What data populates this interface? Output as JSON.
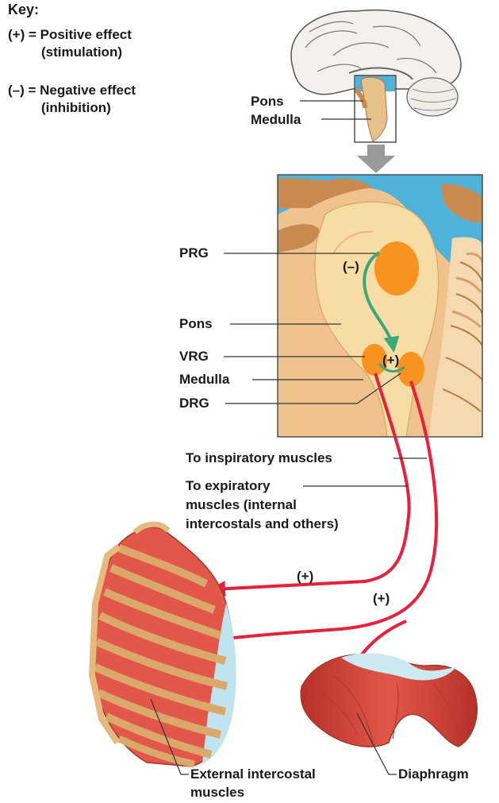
{
  "key": {
    "title": "Key:",
    "positive_line1": "(+) = Positive effect",
    "positive_line2": "(stimulation)",
    "negative_line1": "(–) = Negative effect",
    "negative_line2": "(inhibition)"
  },
  "brain_labels": {
    "pons": "Pons",
    "medulla": "Medulla"
  },
  "detail_labels": {
    "prg": "PRG",
    "pons": "Pons",
    "vrg": "VRG",
    "medulla": "Medulla",
    "drg": "DRG",
    "inhibition_sign": "(–)",
    "stimulation_sign": "(+)"
  },
  "pathway_labels": {
    "inspiratory": "To inspiratory muscles",
    "expiratory_line1": "To expiratory",
    "expiratory_line2": "muscles (internal",
    "expiratory_line3": "intercostals and others)",
    "sign_to_ribs": "(+)",
    "sign_to_diaphragm": "(+)"
  },
  "muscle_labels": {
    "external_line1": "External intercostal",
    "external_line2": "muscles",
    "diaphragm": "Diaphragm"
  },
  "colors": {
    "brain_tan": "#e8c08a",
    "brain_dark": "#c98a50",
    "csf_blue": "#4fb3d9",
    "nucleus_orange": "#f7931e",
    "nerve_red": "#e8203a",
    "inhibit_green": "#3aa878",
    "rib_tan": "#d9a86a",
    "muscle_red": "#d9473a"
  }
}
